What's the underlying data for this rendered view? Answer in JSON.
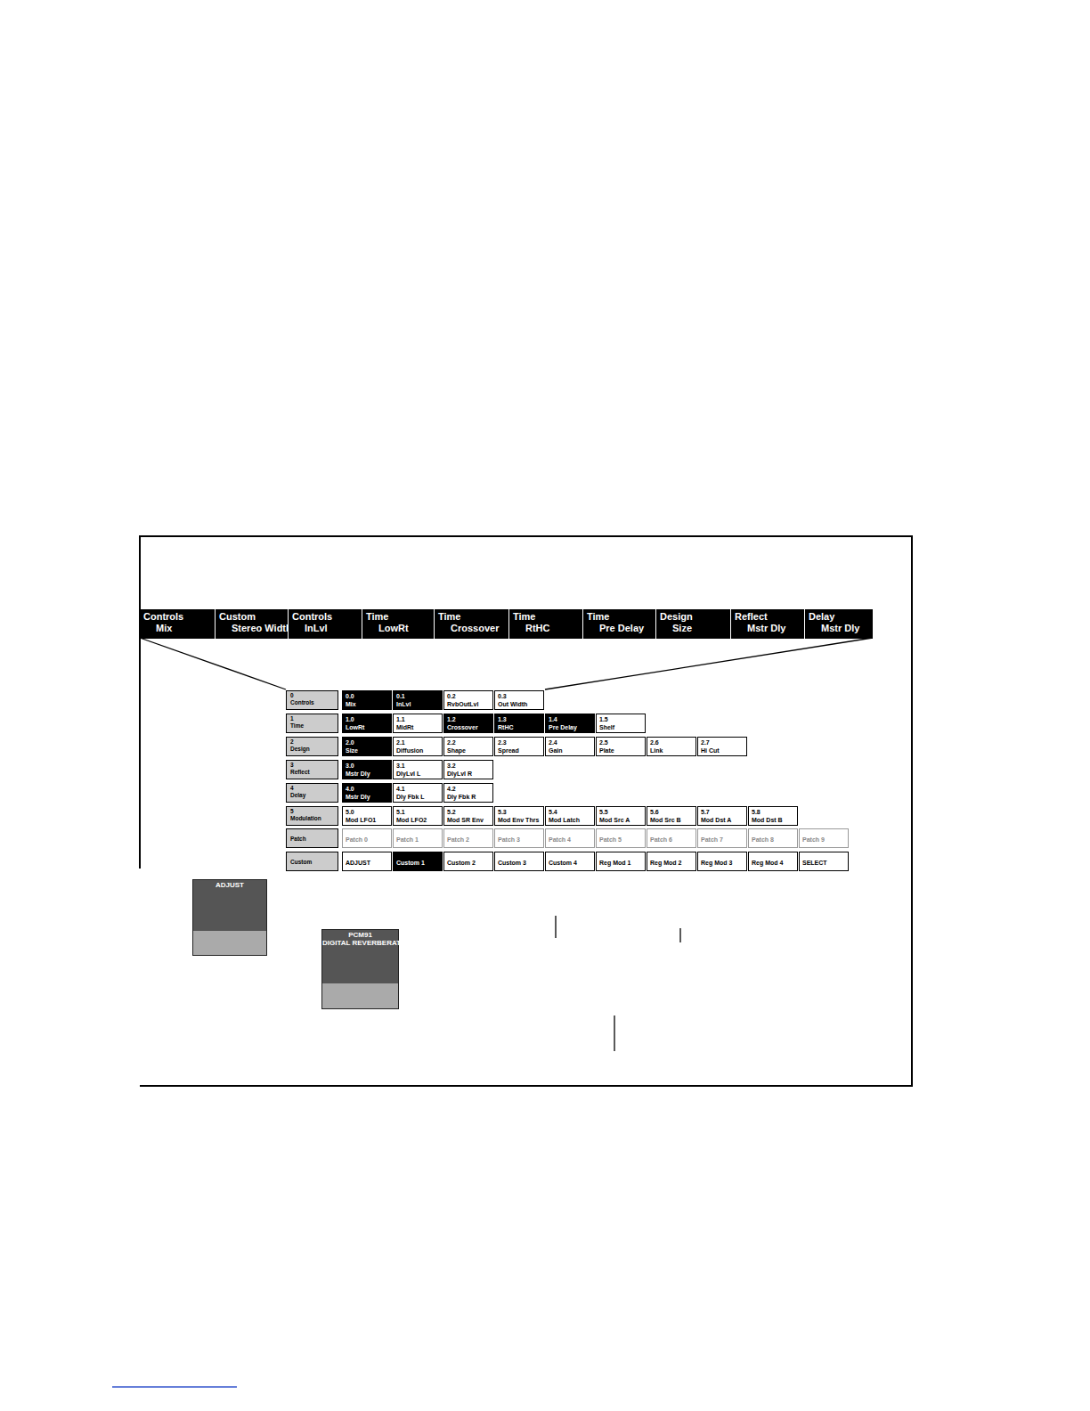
{
  "diagram": {
    "nodes": [
      {
        "text": [
          "Controls",
          "Mix"
        ]
      },
      {
        "text": [
          "Custom",
          "Stereo Width"
        ]
      },
      {
        "text": [
          "Controls",
          "InLvl"
        ]
      },
      {
        "text": [
          "Time",
          "LowRt"
        ]
      },
      {
        "text": [
          "Time",
          "Crossover"
        ]
      },
      {
        "text": [
          "Time",
          "RtHC"
        ]
      },
      {
        "text": [
          "Time",
          "Pre Delay"
        ]
      },
      {
        "text": [
          "Design",
          "Size"
        ]
      },
      {
        "text": [
          "Reflect",
          "Mstr Dly"
        ]
      },
      {
        "text": [
          "Delay",
          "Mstr Dly"
        ]
      },
      {
        "text": [
          "0",
          "Controls"
        ]
      },
      {
        "text": [
          "0.0",
          "Mix"
        ]
      },
      {
        "text": [
          "0.1",
          "InLvl"
        ]
      },
      {
        "text": [
          "0.2",
          "RvbOutLvl"
        ]
      },
      {
        "text": [
          "0.3",
          "Out Width"
        ]
      },
      {
        "text": [
          "1",
          "Time"
        ]
      },
      {
        "text": [
          "1.0",
          "LowRt"
        ]
      },
      {
        "text": [
          "1.1",
          "MidRt"
        ]
      },
      {
        "text": [
          "1.2",
          "Crossover"
        ]
      },
      {
        "text": [
          "1.3",
          "RtHC"
        ]
      },
      {
        "text": [
          "1.4",
          "Pre Delay"
        ]
      },
      {
        "text": [
          "1.5",
          "Shelf"
        ]
      },
      {
        "text": [
          "2",
          "Design"
        ]
      },
      {
        "text": [
          "2.0",
          "Size"
        ]
      },
      {
        "text": [
          "2.1",
          "Diffusion"
        ]
      },
      {
        "text": [
          "2.2",
          "Shape"
        ]
      },
      {
        "text": [
          "2.3",
          "Spread"
        ]
      },
      {
        "text": [
          "2.4",
          "Gain"
        ]
      },
      {
        "text": [
          "2.5",
          "Plate"
        ]
      },
      {
        "text": [
          "2.6",
          "Link"
        ]
      },
      {
        "text": [
          "2.7",
          "Hi Cut"
        ]
      },
      {
        "text": [
          "3",
          "Reflect"
        ]
      },
      {
        "text": [
          "3.0",
          "Mstr Dly"
        ]
      },
      {
        "text": [
          "3.1",
          "DlyLvl L"
        ]
      },
      {
        "text": [
          "3.2",
          "DlyLvl R"
        ]
      },
      {
        "text": [
          "4",
          "Delay"
        ]
      },
      {
        "text": [
          "4.0",
          "Mstr Dly"
        ]
      },
      {
        "text": [
          "4.1",
          "Dly Fbk L"
        ]
      },
      {
        "text": [
          "4.2",
          "Dly Fbk R"
        ]
      },
      {
        "text": [
          "5",
          "Modulation"
        ]
      },
      {
        "text": [
          "5.0",
          "Mod LFO1"
        ]
      },
      {
        "text": [
          "5.1",
          "Mod LFO2"
        ]
      },
      {
        "text": [
          "5.2",
          "Mod SR Env"
        ]
      },
      {
        "text": [
          "5.3",
          "Mod Env Thrs"
        ]
      },
      {
        "text": [
          "5.4",
          "Mod Latch"
        ]
      },
      {
        "text": [
          "5.5",
          "Mod Src A"
        ]
      },
      {
        "text": [
          "5.6",
          "Mod Src B"
        ]
      },
      {
        "text": [
          "5.7",
          "Mod Dst A"
        ]
      },
      {
        "text": [
          "5.8",
          "Mod Dst B"
        ]
      },
      {
        "text": [
          "Patch"
        ]
      },
      {
        "text": [
          "Patch 0"
        ]
      },
      {
        "text": [
          "Patch 1"
        ]
      },
      {
        "text": [
          "Patch 2"
        ]
      },
      {
        "text": [
          "Patch 3"
        ]
      },
      {
        "text": [
          "Patch 4"
        ]
      },
      {
        "text": [
          "Patch 5"
        ]
      },
      {
        "text": [
          "Patch 6"
        ]
      },
      {
        "text": [
          "Patch 7"
        ]
      },
      {
        "text": [
          "Patch 8"
        ]
      },
      {
        "text": [
          "Patch 9"
        ]
      },
      {
        "text": [
          "Custom"
        ]
      },
      {
        "text": [
          "ADJUST"
        ]
      },
      {
        "text": [
          "Custom 1"
        ]
      },
      {
        "text": [
          "Custom 2"
        ]
      },
      {
        "text": [
          "Custom 3"
        ]
      },
      {
        "text": [
          "Custom 4"
        ]
      },
      {
        "text": [
          "Reg Mod 1"
        ]
      },
      {
        "text": [
          "Reg Mod 2"
        ]
      },
      {
        "text": [
          "Reg Mod 3"
        ]
      },
      {
        "text": [
          "Reg Mod 4"
        ]
      },
      {
        "text": [
          "SELECT"
        ]
      },
      {
        "text": [
          "ADJUST"
        ]
      },
      {
        "text": [
          "PCM91",
          "DIGITAL REVERBERATOR"
        ]
      }
    ]
  }
}
